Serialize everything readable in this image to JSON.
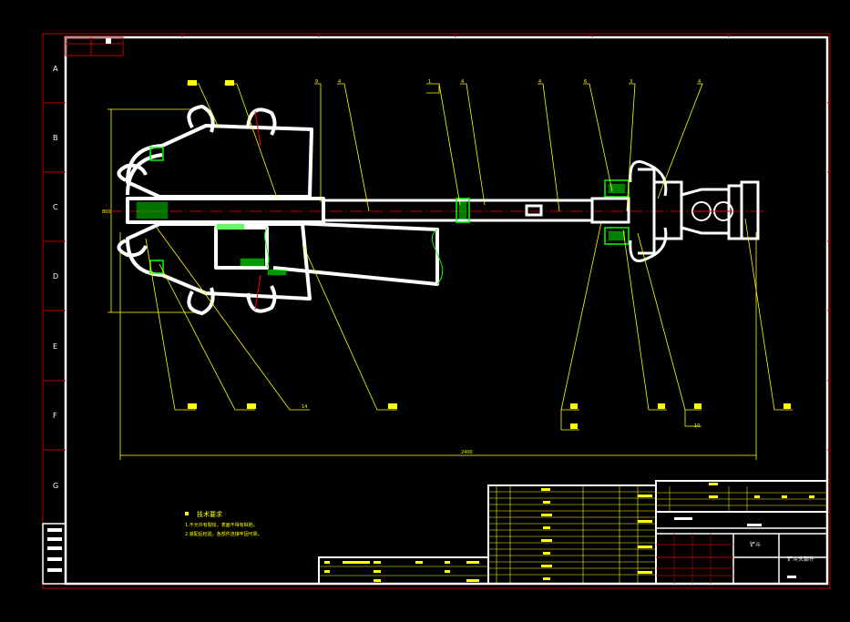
{
  "colors": {
    "background": "#000000",
    "frame": "#ffffff",
    "outer_border": "#c00000",
    "leader": "#ffff00",
    "hatch": "#00ff00",
    "centerline": "#ff0000"
  },
  "zones": [
    "A",
    "B",
    "C",
    "D",
    "E",
    "F",
    "G"
  ],
  "callouts_top": [
    "",
    "",
    "9",
    "4",
    "1",
    "4",
    "4",
    "6",
    "3",
    "4"
  ],
  "callouts_bottom": [
    "",
    "",
    "14",
    "",
    "",
    "",
    "",
    "10",
    ""
  ],
  "dimensions": {
    "overall_length": "2400",
    "height": "800"
  },
  "notes": {
    "title": "技术要求",
    "line1": "1.不允许有裂纹，表面不得有缺陷。",
    "line2": "2.装配后检验，各部件连接牢固可靠。"
  },
  "title_block": {
    "drawing_name": "铲斗",
    "part_name": "铲斗头部件"
  }
}
